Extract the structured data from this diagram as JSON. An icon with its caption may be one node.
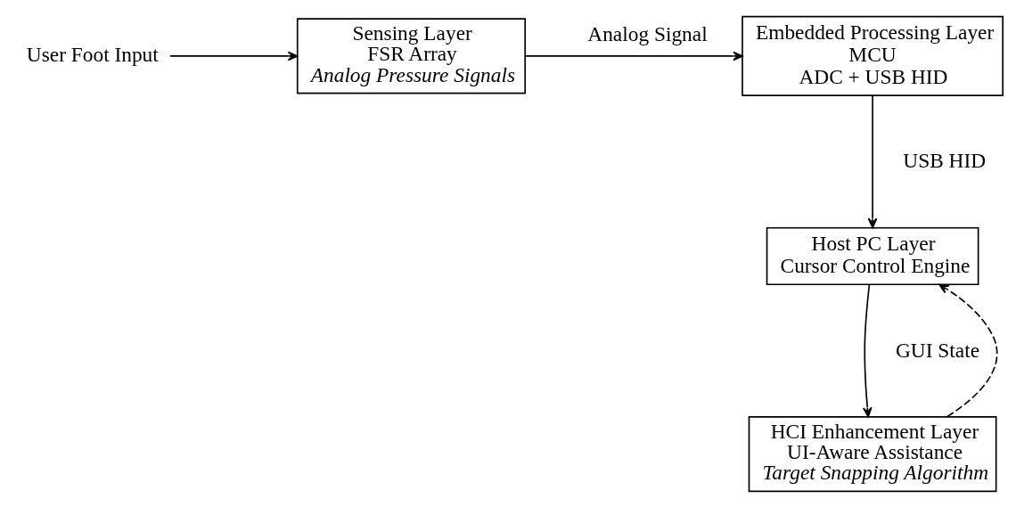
{
  "diagram": {
    "nodes": [
      {
        "text": [
          "User Foot Input"
        ]
      },
      {
        "text": [
          "Sensing Layer",
          "FSR Array",
          "*Analog Pressure Signals*"
        ]
      },
      {
        "text": [
          "Embedded Processing Layer",
          "MCU",
          "ADC + USB HID"
        ]
      },
      {
        "text": [
          "Host PC Layer",
          "Cursor Control Engine"
        ]
      },
      {
        "text": [
          "HCI Enhancement Layer",
          "UI-Aware Assistance",
          "*Target Snapping Algorithm*"
        ]
      }
    ],
    "edges": [
      {
        "from": 0,
        "to": 1,
        "arrow": "to"
      },
      {
        "from": 1,
        "to": 2,
        "arrow": "to",
        "label": "Analog Signal"
      },
      {
        "from": 2,
        "to": 3,
        "arrow": "to",
        "label": "USB HID"
      },
      {
        "from": 3,
        "to": 4,
        "arrow": "to",
        "label": "GUI State"
      },
      {
        "from": 4,
        "to": 3,
        "arrow": "to",
        "style": "dashed"
      }
    ]
  }
}
